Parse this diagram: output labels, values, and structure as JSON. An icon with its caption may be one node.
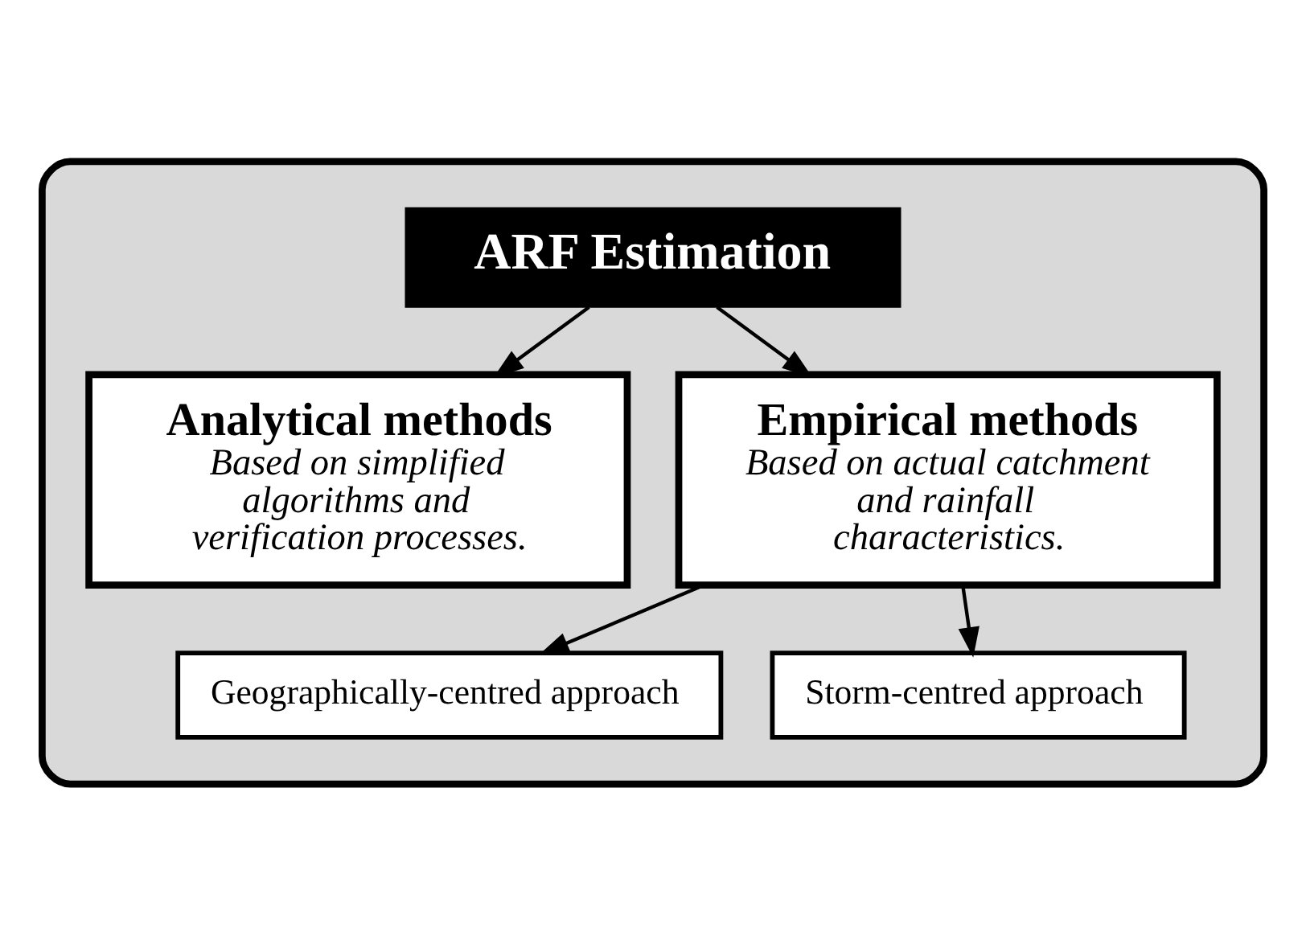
{
  "diagram": {
    "nodes": [
      {
        "text": [],
        "shape": "box"
      },
      {
        "text": [
          "ARF Estimation"
        ],
        "in": 0
      },
      {
        "text": [
          "Analytical methods",
          "Based on simplified algorithms and verification processes."
        ],
        "in": 0
      },
      {
        "text": [
          "Empirical methods",
          "Based on actual catchment and rainfall characteristics."
        ],
        "in": 0
      },
      {
        "text": [
          "Geographically-centred approach"
        ],
        "in": 0
      },
      {
        "text": [
          "Storm-centred approach"
        ],
        "in": 0
      }
    ],
    "edges": [
      {
        "from": 1,
        "to": 2,
        "arrow": "to"
      },
      {
        "from": 1,
        "to": 3,
        "arrow": "to"
      },
      {
        "from": 3,
        "to": 4,
        "arrow": "to"
      },
      {
        "from": 3,
        "to": 5,
        "arrow": "to"
      }
    ]
  }
}
